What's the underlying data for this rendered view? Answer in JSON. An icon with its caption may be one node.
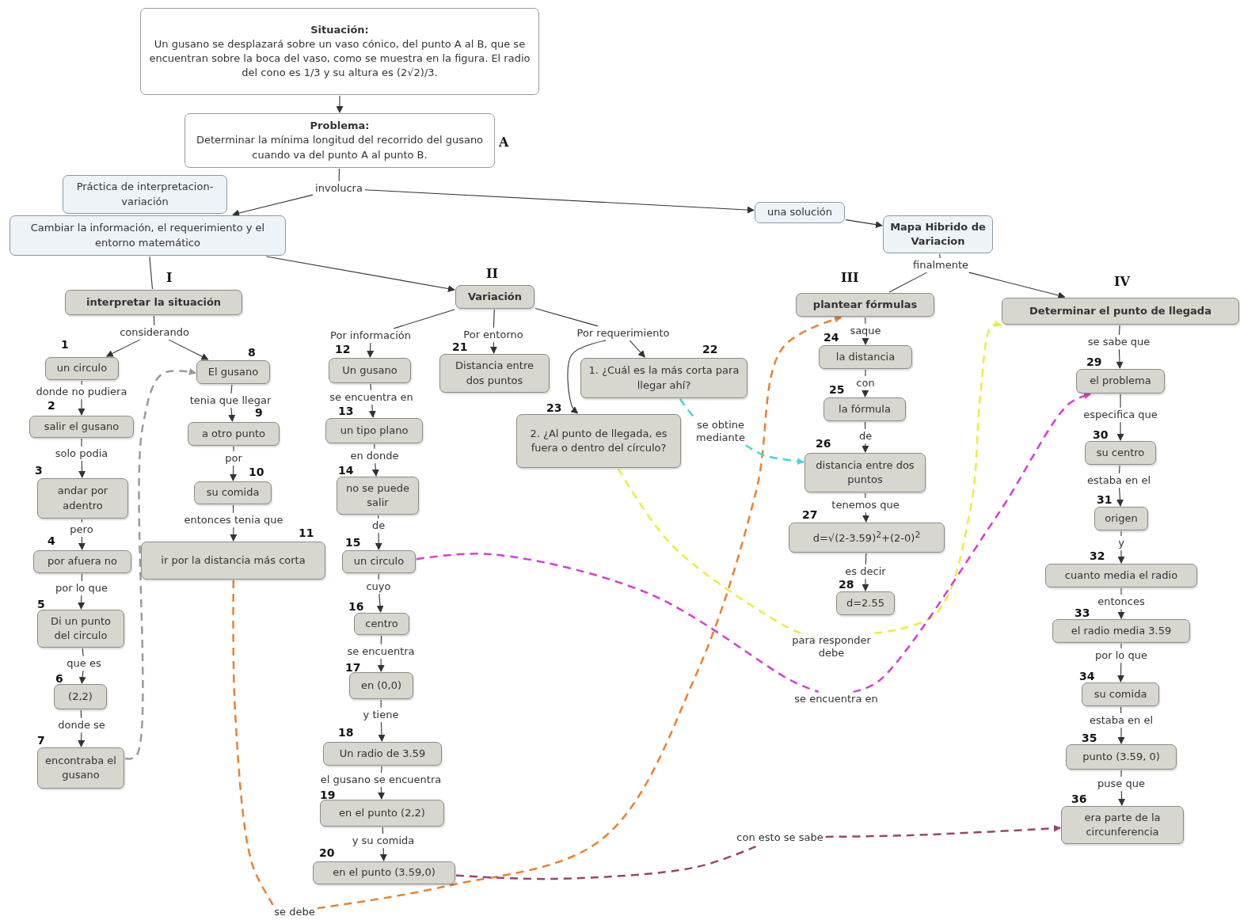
{
  "diagram": {
    "nodes": [
      {
        "text": [
          "Situación:",
          "Un gusano se desplazará sobre un vaso cónico, del punto A al B, que se encuentran sobre la boca del vaso, como se muestra en la figura. El radio del cono es 1/3 y su altura es (2√2)/3."
        ]
      },
      {
        "text": [
          "Problema:",
          "Determinar la mínima longitud del recorrido del gusano cuando va del punto A al punto B."
        ],
        "beside": [
          "A"
        ]
      },
      {
        "text": [
          "involucra"
        ]
      },
      {
        "text": [
          "Práctica de interpretacion-variación"
        ]
      },
      {
        "text": [
          "Cambiar la información, el requerimiento y el entorno matemático"
        ]
      },
      {
        "text": [
          "una solución"
        ]
      },
      {
        "text": [
          "Mapa Hibrido de Variacion"
        ]
      },
      {
        "text": [
          "finalmente"
        ]
      },
      {
        "text": [
          "interpretar la situación"
        ],
        "beside": [
          "I"
        ]
      },
      {
        "text": [
          "Variación"
        ],
        "beside": [
          "II"
        ]
      },
      {
        "text": [
          "plantear fórmulas"
        ],
        "beside": [
          "III"
        ]
      },
      {
        "text": [
          "Determinar el punto de llegada"
        ],
        "beside": [
          "IV"
        ]
      },
      {
        "text": [
          "considerando"
        ]
      },
      {
        "text": [
          "un circulo"
        ],
        "beside": [
          "1"
        ]
      },
      {
        "text": [
          "donde no pudiera"
        ]
      },
      {
        "text": [
          "salir el gusano"
        ],
        "beside": [
          "2"
        ]
      },
      {
        "text": [
          "solo podia"
        ]
      },
      {
        "text": [
          "andar por adentro"
        ],
        "beside": [
          "3"
        ]
      },
      {
        "text": [
          "pero"
        ]
      },
      {
        "text": [
          "por afuera no"
        ],
        "beside": [
          "4"
        ]
      },
      {
        "text": [
          "por lo que"
        ]
      },
      {
        "text": [
          "Di un punto del circulo"
        ],
        "beside": [
          "5"
        ]
      },
      {
        "text": [
          "que es"
        ]
      },
      {
        "text": [
          "(2,2)"
        ],
        "beside": [
          "6"
        ]
      },
      {
        "text": [
          "donde se"
        ]
      },
      {
        "text": [
          "encontraba el gusano"
        ],
        "beside": [
          "7"
        ]
      },
      {
        "text": [
          "El gusano"
        ],
        "beside": [
          "8"
        ]
      },
      {
        "text": [
          "tenia que llegar"
        ]
      },
      {
        "text": [
          "a otro punto"
        ],
        "beside": [
          "9"
        ]
      },
      {
        "text": [
          "por"
        ]
      },
      {
        "text": [
          "su comida"
        ],
        "beside": [
          "10"
        ]
      },
      {
        "text": [
          "entonces tenia que"
        ]
      },
      {
        "text": [
          "ir por la distancia más corta"
        ],
        "beside": [
          "11"
        ]
      },
      {
        "text": [
          "se debe"
        ]
      },
      {
        "text": [
          "Por información"
        ]
      },
      {
        "text": [
          "Un gusano"
        ],
        "beside": [
          "12"
        ]
      },
      {
        "text": [
          "se encuentra en"
        ]
      },
      {
        "text": [
          "un tipo plano"
        ],
        "beside": [
          "13"
        ]
      },
      {
        "text": [
          "en donde"
        ]
      },
      {
        "text": [
          "no se puede salir"
        ],
        "beside": [
          "14"
        ]
      },
      {
        "text": [
          "de"
        ]
      },
      {
        "text": [
          "un circulo"
        ],
        "beside": [
          "15"
        ]
      },
      {
        "text": [
          "cuyo"
        ]
      },
      {
        "text": [
          "centro"
        ],
        "beside": [
          "16"
        ]
      },
      {
        "text": [
          "se encuentra"
        ]
      },
      {
        "text": [
          "en (0,0)"
        ],
        "beside": [
          "17"
        ]
      },
      {
        "text": [
          "y tiene"
        ]
      },
      {
        "text": [
          "Un radio de 3.59"
        ],
        "beside": [
          "18"
        ]
      },
      {
        "text": [
          "el gusano se encuentra"
        ]
      },
      {
        "text": [
          "en el punto (2,2)"
        ],
        "beside": [
          "19"
        ]
      },
      {
        "text": [
          "y su comida"
        ]
      },
      {
        "text": [
          "en el punto (3.59,0)"
        ],
        "beside": [
          "20"
        ]
      },
      {
        "text": [
          "Por entorno"
        ]
      },
      {
        "text": [
          "Distancia entre dos puntos"
        ],
        "beside": [
          "21"
        ]
      },
      {
        "text": [
          "Por requerimiento"
        ]
      },
      {
        "text": [
          "1. ¿Cuál es la más corta para llegar ahí?"
        ],
        "beside": [
          "22"
        ]
      },
      {
        "text": [
          "2. ¿Al punto de llegada, es fuera o dentro del círculo?"
        ],
        "beside": [
          "23"
        ]
      },
      {
        "text": [
          "se obtine mediante"
        ]
      },
      {
        "text": [
          "para responder debe"
        ]
      },
      {
        "text": [
          "se encuentra en"
        ]
      },
      {
        "text": [
          "con esto se sabe"
        ]
      },
      {
        "text": [
          "saque"
        ]
      },
      {
        "text": [
          "la distancia"
        ],
        "beside": [
          "24"
        ]
      },
      {
        "text": [
          "con"
        ]
      },
      {
        "text": [
          "la fórmula"
        ],
        "beside": [
          "25"
        ]
      },
      {
        "text": [
          "de"
        ]
      },
      {
        "text": [
          "distancia entre dos puntos"
        ],
        "beside": [
          "26"
        ]
      },
      {
        "text": [
          "tenemos que"
        ]
      },
      {
        "text": [
          "d=√(2-3.59)$^{2}$+(2-0)$^{2}$"
        ],
        "beside": [
          "27"
        ]
      },
      {
        "text": [
          "es decir"
        ]
      },
      {
        "text": [
          "d=2.55"
        ],
        "beside": [
          "28"
        ]
      },
      {
        "text": [
          "se sabe que"
        ]
      },
      {
        "text": [
          "el problema"
        ],
        "beside": [
          "29"
        ]
      },
      {
        "text": [
          "especifica que"
        ]
      },
      {
        "text": [
          "su centro"
        ],
        "beside": [
          "30"
        ]
      },
      {
        "text": [
          "estaba en el"
        ]
      },
      {
        "text": [
          "origen"
        ],
        "beside": [
          "31"
        ]
      },
      {
        "text": [
          "y"
        ]
      },
      {
        "text": [
          "cuanto media el radio"
        ],
        "beside": [
          "32"
        ]
      },
      {
        "text": [
          "entonces"
        ]
      },
      {
        "text": [
          "el radio media 3.59"
        ],
        "beside": [
          "33"
        ]
      },
      {
        "text": [
          "por lo que"
        ]
      },
      {
        "text": [
          "su comida"
        ],
        "beside": [
          "34"
        ]
      },
      {
        "text": [
          "estaba en el"
        ]
      },
      {
        "text": [
          "punto (3.59, 0)"
        ],
        "beside": [
          "35"
        ]
      },
      {
        "text": [
          "puse que"
        ]
      },
      {
        "text": [
          "era parte de la circunferencia"
        ],
        "beside": [
          "36"
        ]
      }
    ],
    "edges": [
      {
        "from": 0,
        "to": 1,
        "arrow": "to"
      },
      {
        "from": 1,
        "to": 2,
        "arrow": "none"
      },
      {
        "from": 2,
        "to": 4,
        "arrow": "to"
      },
      {
        "from": 2,
        "to": 5,
        "arrow": "to"
      },
      {
        "from": 5,
        "to": 6,
        "arrow": "to"
      },
      {
        "from": 6,
        "to": 7,
        "arrow": "none"
      },
      {
        "from": 7,
        "to": 10,
        "arrow": "none"
      },
      {
        "from": 7,
        "to": 11,
        "arrow": "to"
      },
      {
        "from": 4,
        "to": 8,
        "arrow": "none"
      },
      {
        "from": 4,
        "to": 9,
        "arrow": "to"
      },
      {
        "from": 8,
        "to": 12,
        "arrow": "none"
      },
      {
        "from": 12,
        "to": 13,
        "arrow": "to"
      },
      {
        "from": 12,
        "to": 26,
        "arrow": "to"
      },
      {
        "from": 13,
        "to": 14,
        "arrow": "none"
      },
      {
        "from": 14,
        "to": 15,
        "arrow": "to"
      },
      {
        "from": 15,
        "to": 16,
        "arrow": "none"
      },
      {
        "from": 16,
        "to": 17,
        "arrow": "to"
      },
      {
        "from": 17,
        "to": 18,
        "arrow": "none"
      },
      {
        "from": 18,
        "to": 19,
        "arrow": "to"
      },
      {
        "from": 19,
        "to": 20,
        "arrow": "none"
      },
      {
        "from": 20,
        "to": 21,
        "arrow": "to"
      },
      {
        "from": 21,
        "to": 22,
        "arrow": "none"
      },
      {
        "from": 22,
        "to": 23,
        "arrow": "to"
      },
      {
        "from": 23,
        "to": 24,
        "arrow": "none"
      },
      {
        "from": 24,
        "to": 25,
        "arrow": "to"
      },
      {
        "from": 25,
        "to": 26,
        "arrow": "to",
        "style": "dashed",
        "color": "#9a9a9a"
      },
      {
        "from": 26,
        "to": 27,
        "arrow": "none"
      },
      {
        "from": 27,
        "to": 28,
        "arrow": "to"
      },
      {
        "from": 28,
        "to": 29,
        "arrow": "none"
      },
      {
        "from": 29,
        "to": 30,
        "arrow": "to"
      },
      {
        "from": 30,
        "to": 31,
        "arrow": "none"
      },
      {
        "from": 31,
        "to": 32,
        "arrow": "to"
      },
      {
        "from": 32,
        "to": 33,
        "arrow": "none",
        "style": "dashed",
        "color": "#e8822e"
      },
      {
        "from": 33,
        "to": 10,
        "arrow": "to",
        "style": "dashed",
        "color": "#e8822e"
      },
      {
        "from": 9,
        "to": 34,
        "arrow": "none"
      },
      {
        "from": 34,
        "to": 35,
        "arrow": "to"
      },
      {
        "from": 35,
        "to": 36,
        "arrow": "none"
      },
      {
        "from": 36,
        "to": 37,
        "arrow": "to"
      },
      {
        "from": 37,
        "to": 38,
        "arrow": "none"
      },
      {
        "from": 38,
        "to": 39,
        "arrow": "to"
      },
      {
        "from": 39,
        "to": 40,
        "arrow": "none"
      },
      {
        "from": 40,
        "to": 41,
        "arrow": "to"
      },
      {
        "from": 41,
        "to": 42,
        "arrow": "none"
      },
      {
        "from": 42,
        "to": 43,
        "arrow": "to"
      },
      {
        "from": 43,
        "to": 44,
        "arrow": "none"
      },
      {
        "from": 44,
        "to": 45,
        "arrow": "to"
      },
      {
        "from": 45,
        "to": 46,
        "arrow": "none"
      },
      {
        "from": 46,
        "to": 47,
        "arrow": "to"
      },
      {
        "from": 47,
        "to": 48,
        "arrow": "none"
      },
      {
        "from": 48,
        "to": 49,
        "arrow": "to"
      },
      {
        "from": 49,
        "to": 50,
        "arrow": "none"
      },
      {
        "from": 50,
        "to": 51,
        "arrow": "to"
      },
      {
        "from": 9,
        "to": 52,
        "arrow": "none"
      },
      {
        "from": 52,
        "to": 53,
        "arrow": "to"
      },
      {
        "from": 9,
        "to": 54,
        "arrow": "none"
      },
      {
        "from": 54,
        "to": 55,
        "arrow": "to"
      },
      {
        "from": 54,
        "to": 56,
        "arrow": "to"
      },
      {
        "from": 55,
        "to": 57,
        "arrow": "none",
        "style": "dashed",
        "color": "#3fd8e0"
      },
      {
        "from": 57,
        "to": 66,
        "arrow": "to",
        "style": "dashed",
        "color": "#3fd8e0"
      },
      {
        "from": 56,
        "to": 58,
        "arrow": "none",
        "style": "dashed",
        "color": "#eded3a"
      },
      {
        "from": 58,
        "to": 11,
        "arrow": "to",
        "style": "dashed",
        "color": "#eded3a"
      },
      {
        "from": 41,
        "to": 59,
        "arrow": "none",
        "style": "dashed",
        "color": "#d63cd6"
      },
      {
        "from": 59,
        "to": 72,
        "arrow": "to",
        "style": "dashed",
        "color": "#d63cd6"
      },
      {
        "from": 51,
        "to": 60,
        "arrow": "none",
        "style": "dashed",
        "color": "#99446e"
      },
      {
        "from": 60,
        "to": 86,
        "arrow": "to",
        "style": "dashed",
        "color": "#99446e"
      },
      {
        "from": 10,
        "to": 61,
        "arrow": "none"
      },
      {
        "from": 61,
        "to": 62,
        "arrow": "to"
      },
      {
        "from": 62,
        "to": 63,
        "arrow": "none"
      },
      {
        "from": 63,
        "to": 64,
        "arrow": "to"
      },
      {
        "from": 64,
        "to": 65,
        "arrow": "none"
      },
      {
        "from": 65,
        "to": 66,
        "arrow": "to"
      },
      {
        "from": 66,
        "to": 67,
        "arrow": "none"
      },
      {
        "from": 67,
        "to": 68,
        "arrow": "to"
      },
      {
        "from": 68,
        "to": 69,
        "arrow": "none"
      },
      {
        "from": 69,
        "to": 70,
        "arrow": "to"
      },
      {
        "from": 11,
        "to": 71,
        "arrow": "none"
      },
      {
        "from": 71,
        "to": 72,
        "arrow": "to"
      },
      {
        "from": 72,
        "to": 73,
        "arrow": "none"
      },
      {
        "from": 73,
        "to": 74,
        "arrow": "to"
      },
      {
        "from": 74,
        "to": 75,
        "arrow": "none"
      },
      {
        "from": 75,
        "to": 76,
        "arrow": "to"
      },
      {
        "from": 76,
        "to": 77,
        "arrow": "none"
      },
      {
        "from": 77,
        "to": 78,
        "arrow": "to"
      },
      {
        "from": 78,
        "to": 79,
        "arrow": "none"
      },
      {
        "from": 79,
        "to": 80,
        "arrow": "to"
      },
      {
        "from": 80,
        "to": 81,
        "arrow": "none"
      },
      {
        "from": 81,
        "to": 82,
        "arrow": "to"
      },
      {
        "from": 82,
        "to": 83,
        "arrow": "none"
      },
      {
        "from": 83,
        "to": 84,
        "arrow": "to"
      },
      {
        "from": 84,
        "to": 85,
        "arrow": "none"
      },
      {
        "from": 85,
        "to": 86,
        "arrow": "to"
      }
    ]
  }
}
